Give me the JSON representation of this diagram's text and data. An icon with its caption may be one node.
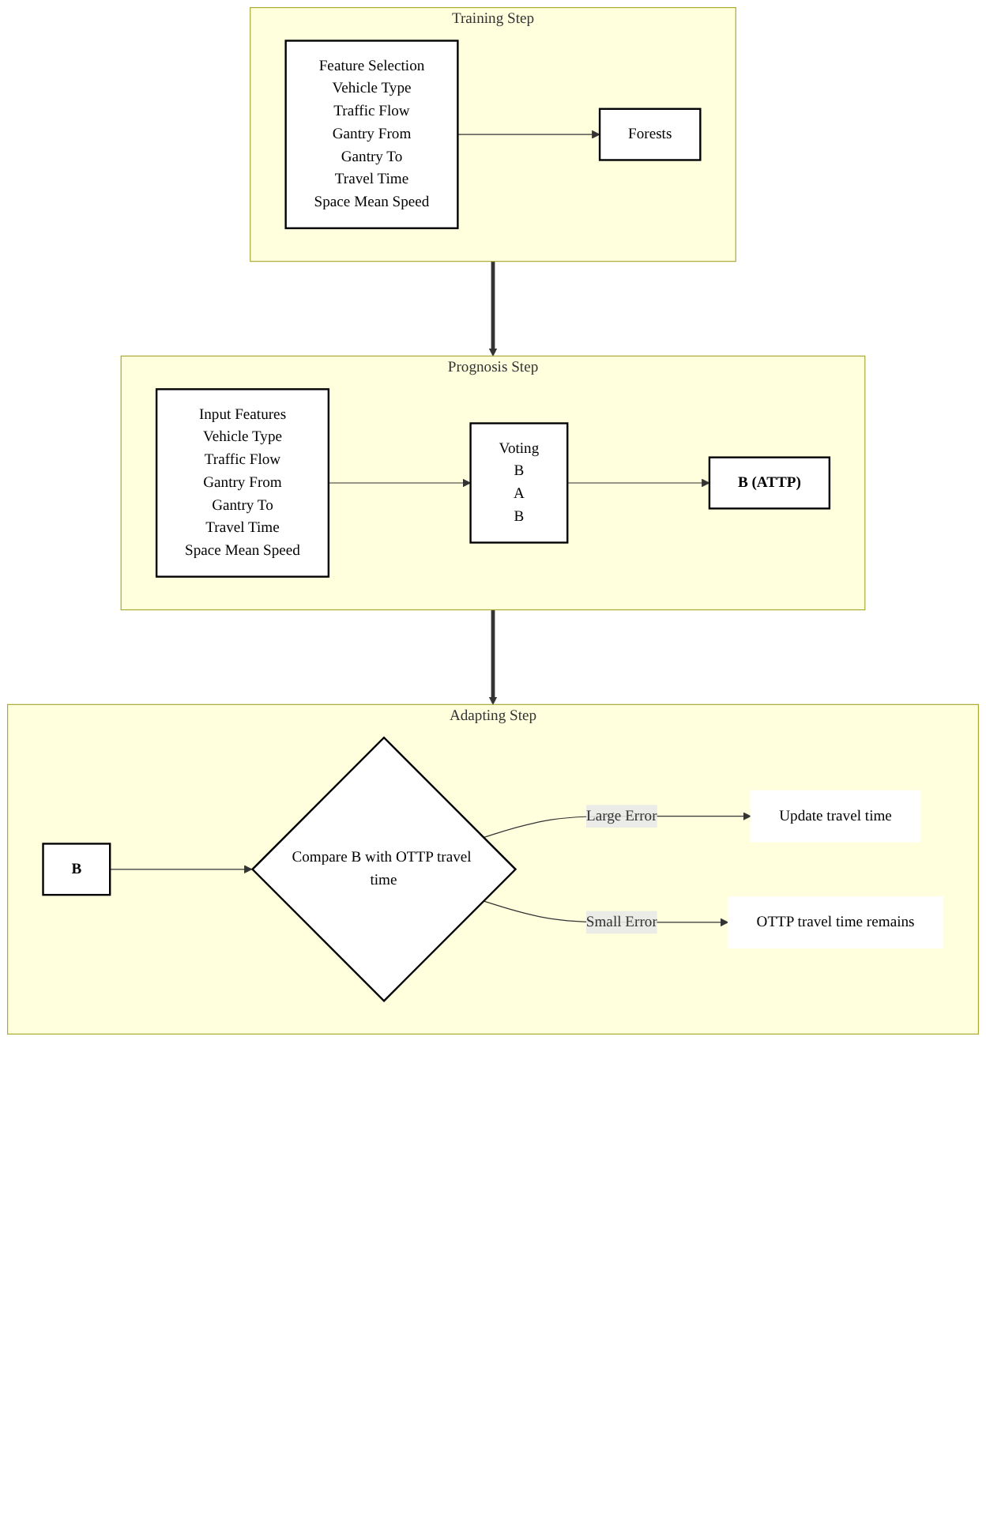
{
  "diagram": {
    "nodes": [
      {
        "text": [
          "Training Step"
        ]
      },
      {
        "text": [
          "Feature Selection",
          "Vehicle Type",
          "Traffic Flow",
          "Gantry From",
          "Gantry To",
          "Travel Time",
          "Space Mean Speed"
        ],
        "in": 0
      },
      {
        "text": [
          "Forests"
        ],
        "in": 0
      },
      {
        "text": [
          "Prognosis Step"
        ]
      },
      {
        "text": [
          "Input Features",
          "Vehicle Type",
          "Traffic Flow",
          "Gantry From",
          "Gantry To",
          "Travel Time",
          "Space Mean Speed"
        ],
        "in": 3
      },
      {
        "text": [
          "Voting",
          "B",
          "A",
          "B"
        ],
        "in": 3
      },
      {
        "text": [
          "B (ATTP)"
        ],
        "in": 3
      },
      {
        "text": [
          "Adapting Step"
        ]
      },
      {
        "text": [
          "B"
        ],
        "in": 7
      },
      {
        "text": [
          "Compare B with OTTP travel time"
        ],
        "in": 7
      },
      {
        "text": [
          "Update travel time"
        ],
        "in": 7
      },
      {
        "text": [
          "OTTP travel time remains"
        ],
        "in": 7
      }
    ],
    "edges": [
      {
        "from": 1,
        "to": 2,
        "arrow": "to"
      },
      {
        "from": 0,
        "to": 3,
        "arrow": "to",
        "style": "thick"
      },
      {
        "from": 4,
        "to": 5,
        "arrow": "to"
      },
      {
        "from": 5,
        "to": 6,
        "arrow": "to"
      },
      {
        "from": 3,
        "to": 7,
        "arrow": "to",
        "style": "thick"
      },
      {
        "from": 8,
        "to": 9,
        "arrow": "to"
      },
      {
        "from": 9,
        "to": 10,
        "label": "Large Error",
        "arrow": "to"
      },
      {
        "from": 9,
        "to": 11,
        "label": "Small Error",
        "arrow": "to"
      }
    ]
  }
}
